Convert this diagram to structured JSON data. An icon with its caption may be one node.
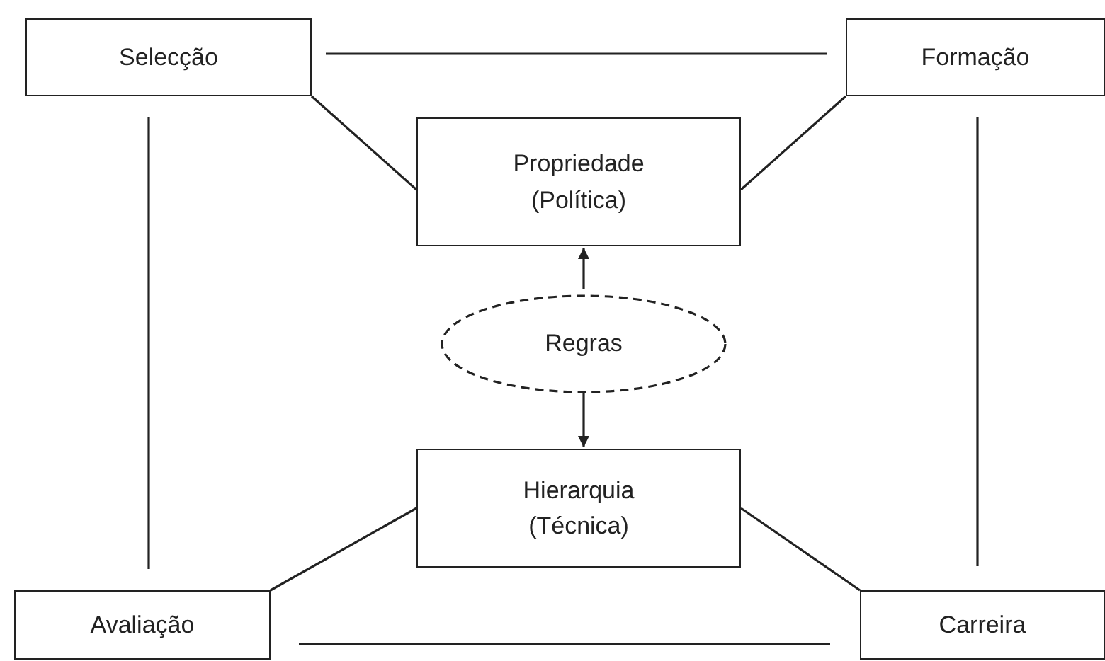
{
  "diagram": {
    "nodes": [
      {
        "text": [
          "Selecção"
        ]
      },
      {
        "text": [
          "Formação"
        ]
      },
      {
        "text": [
          "Propriedade (Política)"
        ]
      },
      {
        "text": [
          "Regras"
        ]
      },
      {
        "text": [
          "Hierarquia (Técnica)"
        ]
      },
      {
        "text": [
          "Avaliação"
        ]
      },
      {
        "text": [
          "Carreira"
        ]
      }
    ],
    "edges": [
      {
        "from": 0,
        "to": 1,
        "arrow": "none"
      },
      {
        "from": 0,
        "to": 2,
        "arrow": "none"
      },
      {
        "from": 1,
        "to": 2,
        "arrow": "none"
      },
      {
        "from": 0,
        "to": 5,
        "arrow": "none"
      },
      {
        "from": 1,
        "to": 6,
        "arrow": "none"
      },
      {
        "from": 3,
        "to": 2,
        "arrow": "to"
      },
      {
        "from": 3,
        "to": 4,
        "arrow": "to"
      },
      {
        "from": 4,
        "to": 5,
        "arrow": "none"
      },
      {
        "from": 4,
        "to": 6,
        "arrow": "none"
      },
      {
        "from": 5,
        "to": 6,
        "arrow": "none"
      }
    ]
  }
}
